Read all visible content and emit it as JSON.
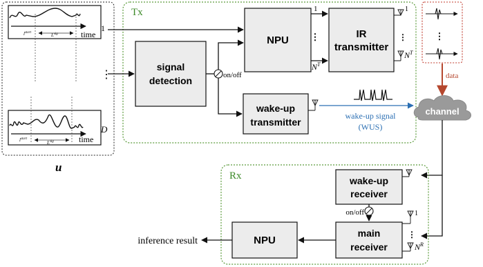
{
  "tx": {
    "label": "Tx",
    "npu": "NPU",
    "ir_transmitter": [
      "IR",
      "transmitter"
    ],
    "signal_detection": [
      "signal",
      "detection"
    ],
    "wakeup_transmitter": [
      "wake-up",
      "transmitter"
    ],
    "onoff": "on/off",
    "port_1": "1",
    "port_nt_base": "N",
    "port_nt_sup": "T",
    "wus_label": [
      "wake-up signal",
      "(WUS)"
    ]
  },
  "rx": {
    "label": "Rx",
    "wakeup_receiver": [
      "wake-up",
      "receiver"
    ],
    "main_receiver": [
      "main",
      "receiver"
    ],
    "npu": "NPU",
    "onoff": "on/off",
    "port_1": "1",
    "port_nr_base": "N",
    "port_nr_sup": "R"
  },
  "input": {
    "u_label": "u",
    "time_label_1": "time",
    "time_label_2": "time",
    "row_1": "1",
    "row_d": "D",
    "ellipsis": "⋮",
    "t_start": "l",
    "t_start_sup": "start",
    "l_sig": "L",
    "l_sig_sup": "sig"
  },
  "channel": {
    "label": "channel",
    "data_label": "data"
  },
  "output": {
    "inference_result": "inference result"
  },
  "colors": {
    "tx_border": "#5a9a3a",
    "tx_label": "#3c8a28",
    "data_border": "#c0392b",
    "data_arrow": "#b5472e",
    "wus_blue": "#2b6fb3",
    "box_fill": "#ececec",
    "cloud": "#9a9a9a"
  }
}
